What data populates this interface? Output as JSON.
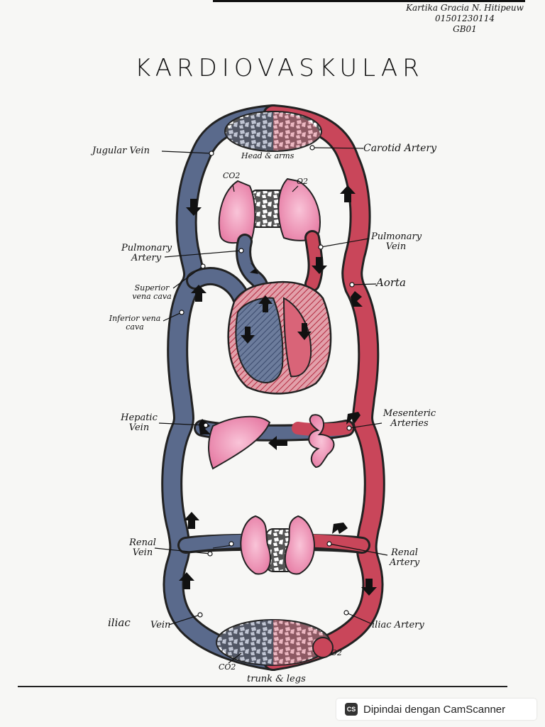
{
  "author": {
    "name": "Kartika Gracia N. Hitipeuw",
    "id": "01501230114",
    "class": "GB01"
  },
  "title": "KARDIOVASKULAR",
  "labels": {
    "jugular_vein": "Jugular Vein",
    "carotid_artery": "Carotid Artery",
    "head_arms": "Head & arms",
    "co2_top": "CO2",
    "o2_top": "O2",
    "pulmonary_artery": "Pulmonary Artery",
    "pulmonary_vein": "Pulmonary Vein",
    "superior_vena_cava": "Superior vena cava",
    "aorta": "Aorta",
    "inferior_vena_cava": "Inferior vena cava",
    "hepatic_vein": "Hepatic Vein",
    "mesenteric_arteries": "Mesenteric Arteries",
    "renal_vein": "Renal Vein",
    "renal_artery": "Renal Artery",
    "iliac": "iliac",
    "vein": "Vein",
    "iliac_artery": "iliac Artery",
    "co2_bottom": "CO2",
    "o2_bottom": "O2",
    "trunk_legs": "trunk & legs"
  },
  "scanner": {
    "badge_icon": "CS",
    "text": "Dipindai dengan CamScanner"
  },
  "colors": {
    "vein_blue": "#5a6a8c",
    "artery_red": "#c9465a",
    "organ_pink": "#f08ab0",
    "heart_red": "#c23a52",
    "heart_blue": "#5c6f95"
  }
}
